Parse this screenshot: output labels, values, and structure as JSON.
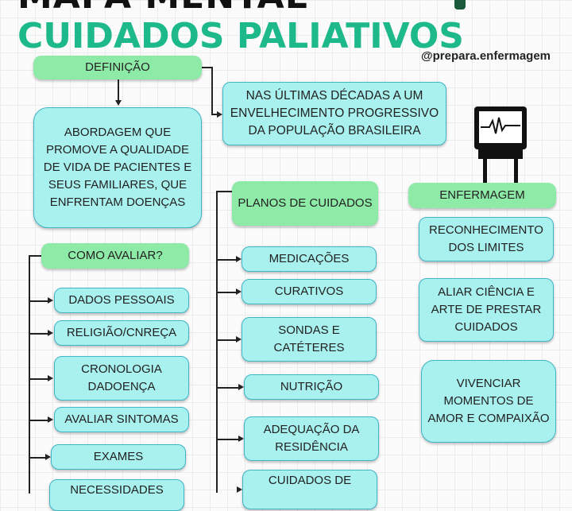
{
  "header": {
    "top_title": "MAPA MENTAL",
    "title": "CUIDADOS PALIATIVOS",
    "handle": "@prepara.enfermagem"
  },
  "definicao": {
    "label": "DEFINIÇÃO",
    "text": "ABORDAGEM QUE PROMOVE A QUALIDADE DE VIDA DE PACIENTES E SEUS FAMILIARES, QUE ENFRENTAM DOENÇAS",
    "context": "NAS ÚLTIMAS DÉCADAS A UM ENVELHECIMENTO PROGRESSIVO DA POPULAÇÃO BRASILEIRA"
  },
  "avaliar": {
    "label": "COMO AVALIAR?",
    "items": [
      "DADOS PESSOAIS",
      "RELIGIÃO/CNREÇA",
      "CRONOLOGIA DADOENÇA",
      "AVALIAR SINTOMAS",
      "EXAMES",
      "NECESSIDADES"
    ]
  },
  "planos": {
    "label": "PLANOS DE CUIDADOS",
    "items": [
      "MEDICAÇÕES",
      "CURATIVOS",
      "SONDAS E CATÉTERES",
      "NUTRIÇÃO",
      "ADEQUAÇÃO DA RESIDÊNCIA",
      "CUIDADOS DE"
    ]
  },
  "enfermagem": {
    "label": "ENFERMAGEM",
    "items": [
      "RECONHECIMENTO DOS LIMITES",
      "ALIAR CIÊNCIA E ARTE DE PRESTAR CUIDADOS",
      "VIVENCIAR MOMENTOS DE AMOR E COMPAIXÃO"
    ]
  },
  "colors": {
    "title": "#1db98b",
    "green_box": "#8eeaa7",
    "cyan_box": "#a9f1ee"
  }
}
